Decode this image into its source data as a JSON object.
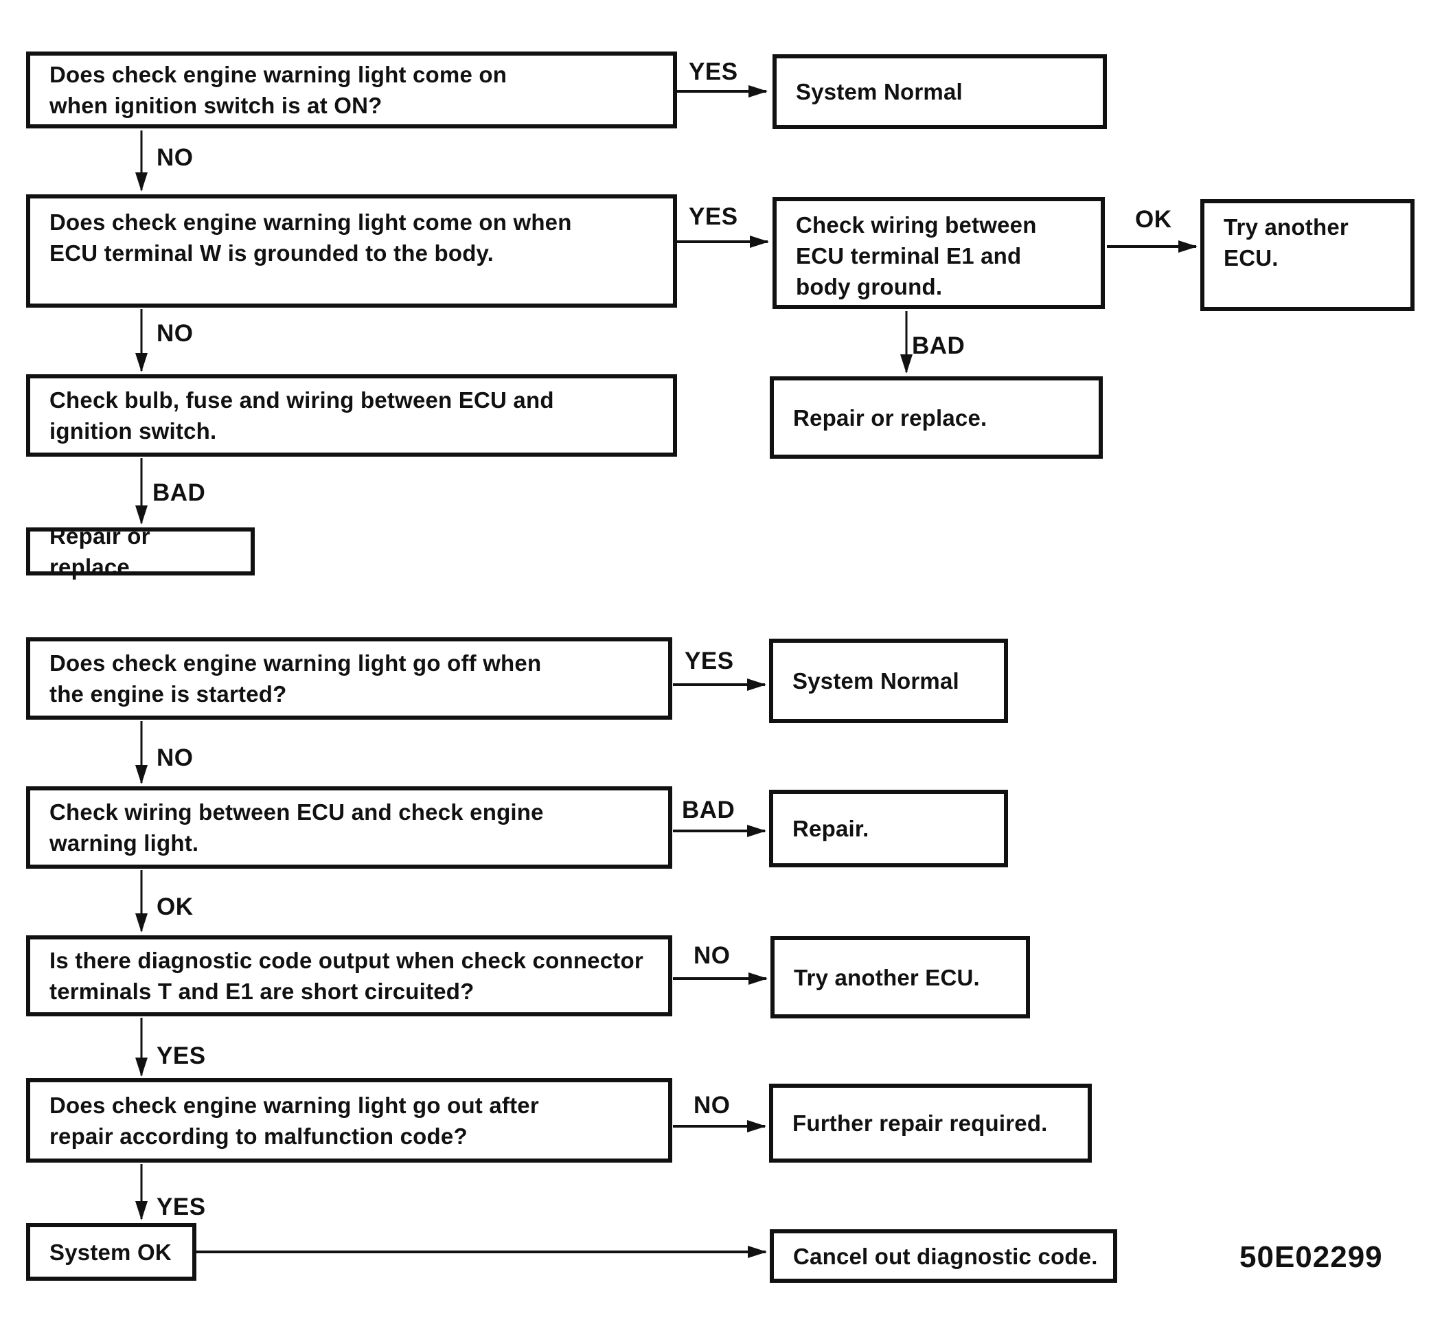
{
  "figure_code": "50E02299",
  "colors": {
    "ink": "#111111",
    "background": "#ffffff"
  },
  "nodes": {
    "q1": {
      "text": "Does check engine warning light come on\nwhen ignition switch is at ON?"
    },
    "sysNormal1": {
      "text": "System Normal"
    },
    "q2": {
      "text": "Does check engine warning light come on when\nECU terminal W is grounded to the body."
    },
    "checkWiringE1": {
      "text": "Check wiring between\nECU terminal E1 and\nbody ground."
    },
    "tryEcu1": {
      "text": "Try another\nECU."
    },
    "checkBulb": {
      "text": "Check bulb, fuse and wiring between ECU and\nignition switch."
    },
    "repairReplace1": {
      "text": "Repair or replace."
    },
    "repairReplace2": {
      "text": "Repair or replace."
    },
    "q3": {
      "text": "Does check engine warning light go off when\nthe engine is started?"
    },
    "sysNormal2": {
      "text": "System Normal"
    },
    "checkWiringLight": {
      "text": "Check wiring between ECU and check engine\nwarning light."
    },
    "repair": {
      "text": "Repair."
    },
    "q4": {
      "text": "Is there diagnostic code output when check connector\nterminals T and E1 are short circuited?"
    },
    "tryEcu2": {
      "text": "Try another ECU."
    },
    "q5": {
      "text": "Does check engine warning light go out after\nrepair according to malfunction code?"
    },
    "furtherRepair": {
      "text": "Further repair required."
    },
    "systemOk": {
      "text": "System OK"
    },
    "cancelCode": {
      "text": "Cancel out diagnostic code."
    }
  },
  "labels": {
    "yes1": "YES",
    "no1": "NO",
    "yes2": "YES",
    "ok1": "OK",
    "bad1": "BAD",
    "no2": "NO",
    "bad2": "BAD",
    "yes3": "YES",
    "no3": "NO",
    "bad3": "BAD",
    "ok2": "OK",
    "no4": "NO",
    "yes4": "YES",
    "no5": "NO",
    "yes5": "YES"
  }
}
